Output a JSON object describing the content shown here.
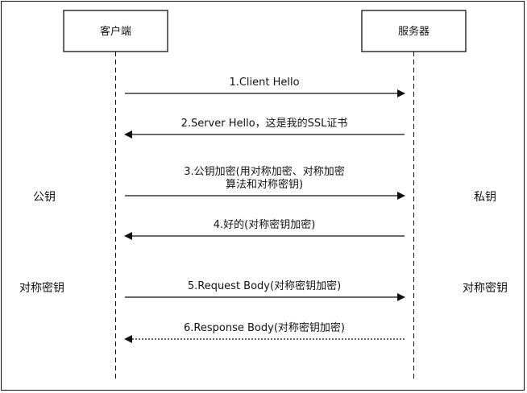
{
  "participants": {
    "client": "客户端",
    "server": "服务器"
  },
  "side_labels": {
    "client_key": "公钥",
    "server_key": "私钥",
    "client_symmetric": "对称密钥",
    "server_symmetric": "对称密钥"
  },
  "messages": [
    {
      "lines": [
        "1.Client Hello"
      ],
      "direction": "right",
      "style": "solid"
    },
    {
      "lines": [
        "2.Server Hello，这是我的SSL证书"
      ],
      "direction": "left",
      "style": "solid"
    },
    {
      "lines": [
        "3.公钥加密(用对称加密、对称加密",
        "算法和对称密钥)"
      ],
      "direction": "right",
      "style": "solid"
    },
    {
      "lines": [
        "4.好的(对称密钥加密)"
      ],
      "direction": "left",
      "style": "solid"
    },
    {
      "lines": [
        "5.Request Body(对称密钥加密)"
      ],
      "direction": "right",
      "style": "solid"
    },
    {
      "lines": [
        "6.Response Body(对称密钥加密)"
      ],
      "direction": "left",
      "style": "dotted"
    }
  ]
}
